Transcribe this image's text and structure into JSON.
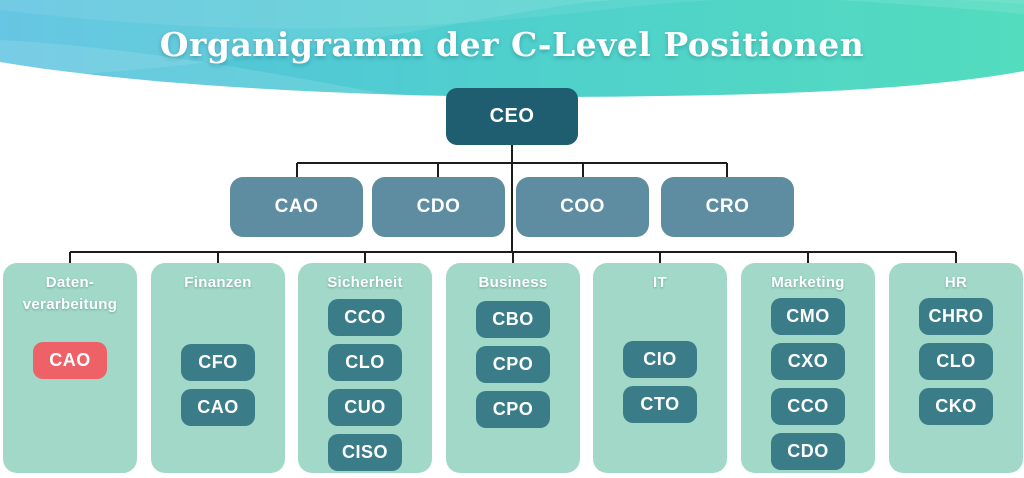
{
  "header": {
    "title": "Organigramm der C-Level Positionen"
  },
  "ceo": {
    "label": "CEO"
  },
  "level2": [
    {
      "label": "CAO"
    },
    {
      "label": "CDO"
    },
    {
      "label": "COO"
    },
    {
      "label": "CRO"
    }
  ],
  "columns": [
    {
      "title": "Daten-\nverarbeitung",
      "roles": [
        "CAO"
      ]
    },
    {
      "title": "Finanzen",
      "roles": [
        "CFO",
        "CAO"
      ]
    },
    {
      "title": "Sicherheit",
      "roles": [
        "CCO",
        "CLO",
        "CUO",
        "CISO"
      ]
    },
    {
      "title": "Business",
      "roles": [
        "CBO",
        "CPO",
        "CPO"
      ]
    },
    {
      "title": "IT",
      "roles": [
        "CIO",
        "CTO"
      ]
    },
    {
      "title": "Marketing",
      "roles": [
        "CMO",
        "CXO",
        "CCO",
        "CDO"
      ]
    },
    {
      "title": "HR",
      "roles": [
        "CHRO",
        "CLO",
        "CKO"
      ]
    }
  ],
  "palette": {
    "header_gradient_start": "#55c0e0",
    "header_gradient_end": "#53dcbe",
    "box_ceo": "#1f5d70",
    "box_level2": "#5e8ca0",
    "column_bg": "#a2d8c7",
    "box_role": "#3a7d89",
    "box_highlight": "#ee6167",
    "line_color": "#1c1c1c",
    "text_on_dark": "#ffffff"
  }
}
